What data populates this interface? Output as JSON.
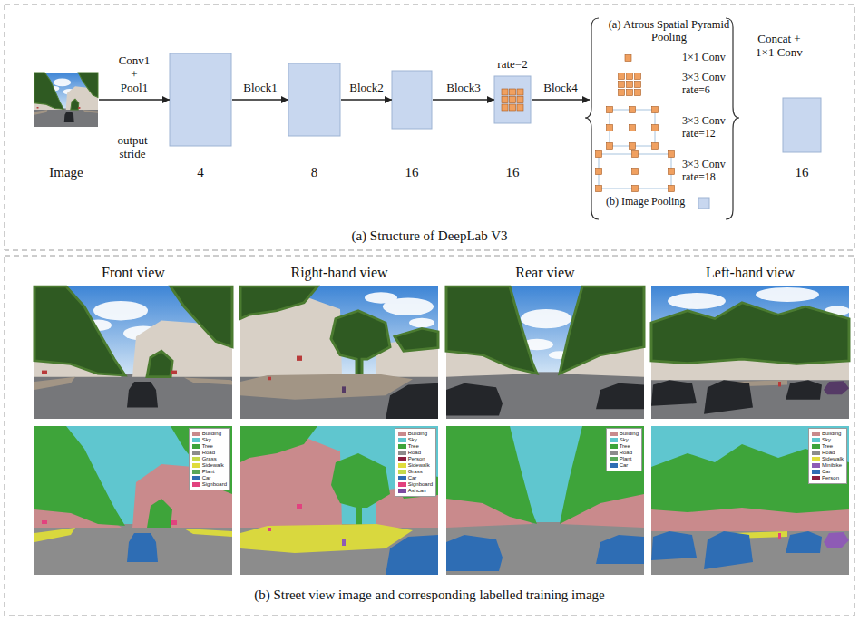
{
  "diagram": {
    "nodes": [
      {
        "text": [
          "Image"
        ]
      },
      {
        "text": [
          "4"
        ]
      },
      {
        "text": [
          "8"
        ]
      },
      {
        "text": [
          "16"
        ]
      },
      {
        "text": [
          "rate=2",
          "16"
        ]
      },
      {
        "text": [
          "(a) Atrous Spatial Pyramid Pooling",
          "1×1 Conv",
          "3×3 Conv rate=6",
          "3×3 Conv rate=12",
          "3×3 Conv rate=18",
          "(b) Image Pooling"
        ]
      },
      {
        "text": [
          "16"
        ]
      }
    ],
    "edges": [
      {
        "from": 0,
        "to": 1,
        "arrow": "to",
        "label": "Conv1 + Pool1"
      },
      {
        "from": 1,
        "to": 2,
        "arrow": "to",
        "label": "Block1"
      },
      {
        "from": 2,
        "to": 3,
        "arrow": "to",
        "label": "Block2"
      },
      {
        "from": 3,
        "to": 4,
        "arrow": "to",
        "label": "Block3"
      },
      {
        "from": 4,
        "to": 5,
        "arrow": "to",
        "label": "Block4"
      }
    ],
    "labels": [
      "output stride",
      "Concat + 1×1 Conv",
      "(a) Structure of DeepLab V3",
      "Front view",
      "Right-hand view",
      "Rear view",
      "Left-hand view",
      "(b) Street view image and corresponding labelled training image"
    ],
    "legend": [
      {
        "text": "Building",
        "color": "#c98a8c"
      },
      {
        "text": "Sky",
        "color": "#5fc6cf"
      },
      {
        "text": "Tree",
        "color": "#3ea43a"
      },
      {
        "text": "Road",
        "color": "#8c8c8c"
      },
      {
        "text": "Grass",
        "color": "#c5d94a"
      },
      {
        "text": "Sidewalk",
        "color": "#e0dc3c"
      },
      {
        "text": "Plant",
        "color": "#5aa85a"
      },
      {
        "text": "Car",
        "color": "#2e6db4"
      },
      {
        "text": "Signboard",
        "color": "#e2427f"
      },
      {
        "text": "Building",
        "color": "#c98a8c"
      },
      {
        "text": "Sky",
        "color": "#5fc6cf"
      },
      {
        "text": "Tree",
        "color": "#3ea43a"
      },
      {
        "text": "Road",
        "color": "#8c8c8c"
      },
      {
        "text": "Person",
        "color": "#8b1f3f"
      },
      {
        "text": "Sidewalk",
        "color": "#e0dc3c"
      },
      {
        "text": "Grass",
        "color": "#c5d94a"
      },
      {
        "text": "Car",
        "color": "#2e6db4"
      },
      {
        "text": "Signboard",
        "color": "#e2427f"
      },
      {
        "text": "Ashcan",
        "color": "#7b4aa0"
      },
      {
        "text": "Building",
        "color": "#c98a8c"
      },
      {
        "text": "Sky",
        "color": "#5fc6cf"
      },
      {
        "text": "Tree",
        "color": "#3ea43a"
      },
      {
        "text": "Road",
        "color": "#8c8c8c"
      },
      {
        "text": "Plant",
        "color": "#5aa85a"
      },
      {
        "text": "Car",
        "color": "#2e6db4"
      },
      {
        "text": "Building",
        "color": "#c98a8c"
      },
      {
        "text": "Sky",
        "color": "#5fc6cf"
      },
      {
        "text": "Tree",
        "color": "#3ea43a"
      },
      {
        "text": "Road",
        "color": "#8c8c8c"
      },
      {
        "text": "Sidewalk",
        "color": "#e0dc3c"
      },
      {
        "text": "Minibike",
        "color": "#8e5bb5"
      },
      {
        "text": "Car",
        "color": "#2e6db4"
      },
      {
        "text": "Person",
        "color": "#8b1f3f"
      }
    ]
  }
}
